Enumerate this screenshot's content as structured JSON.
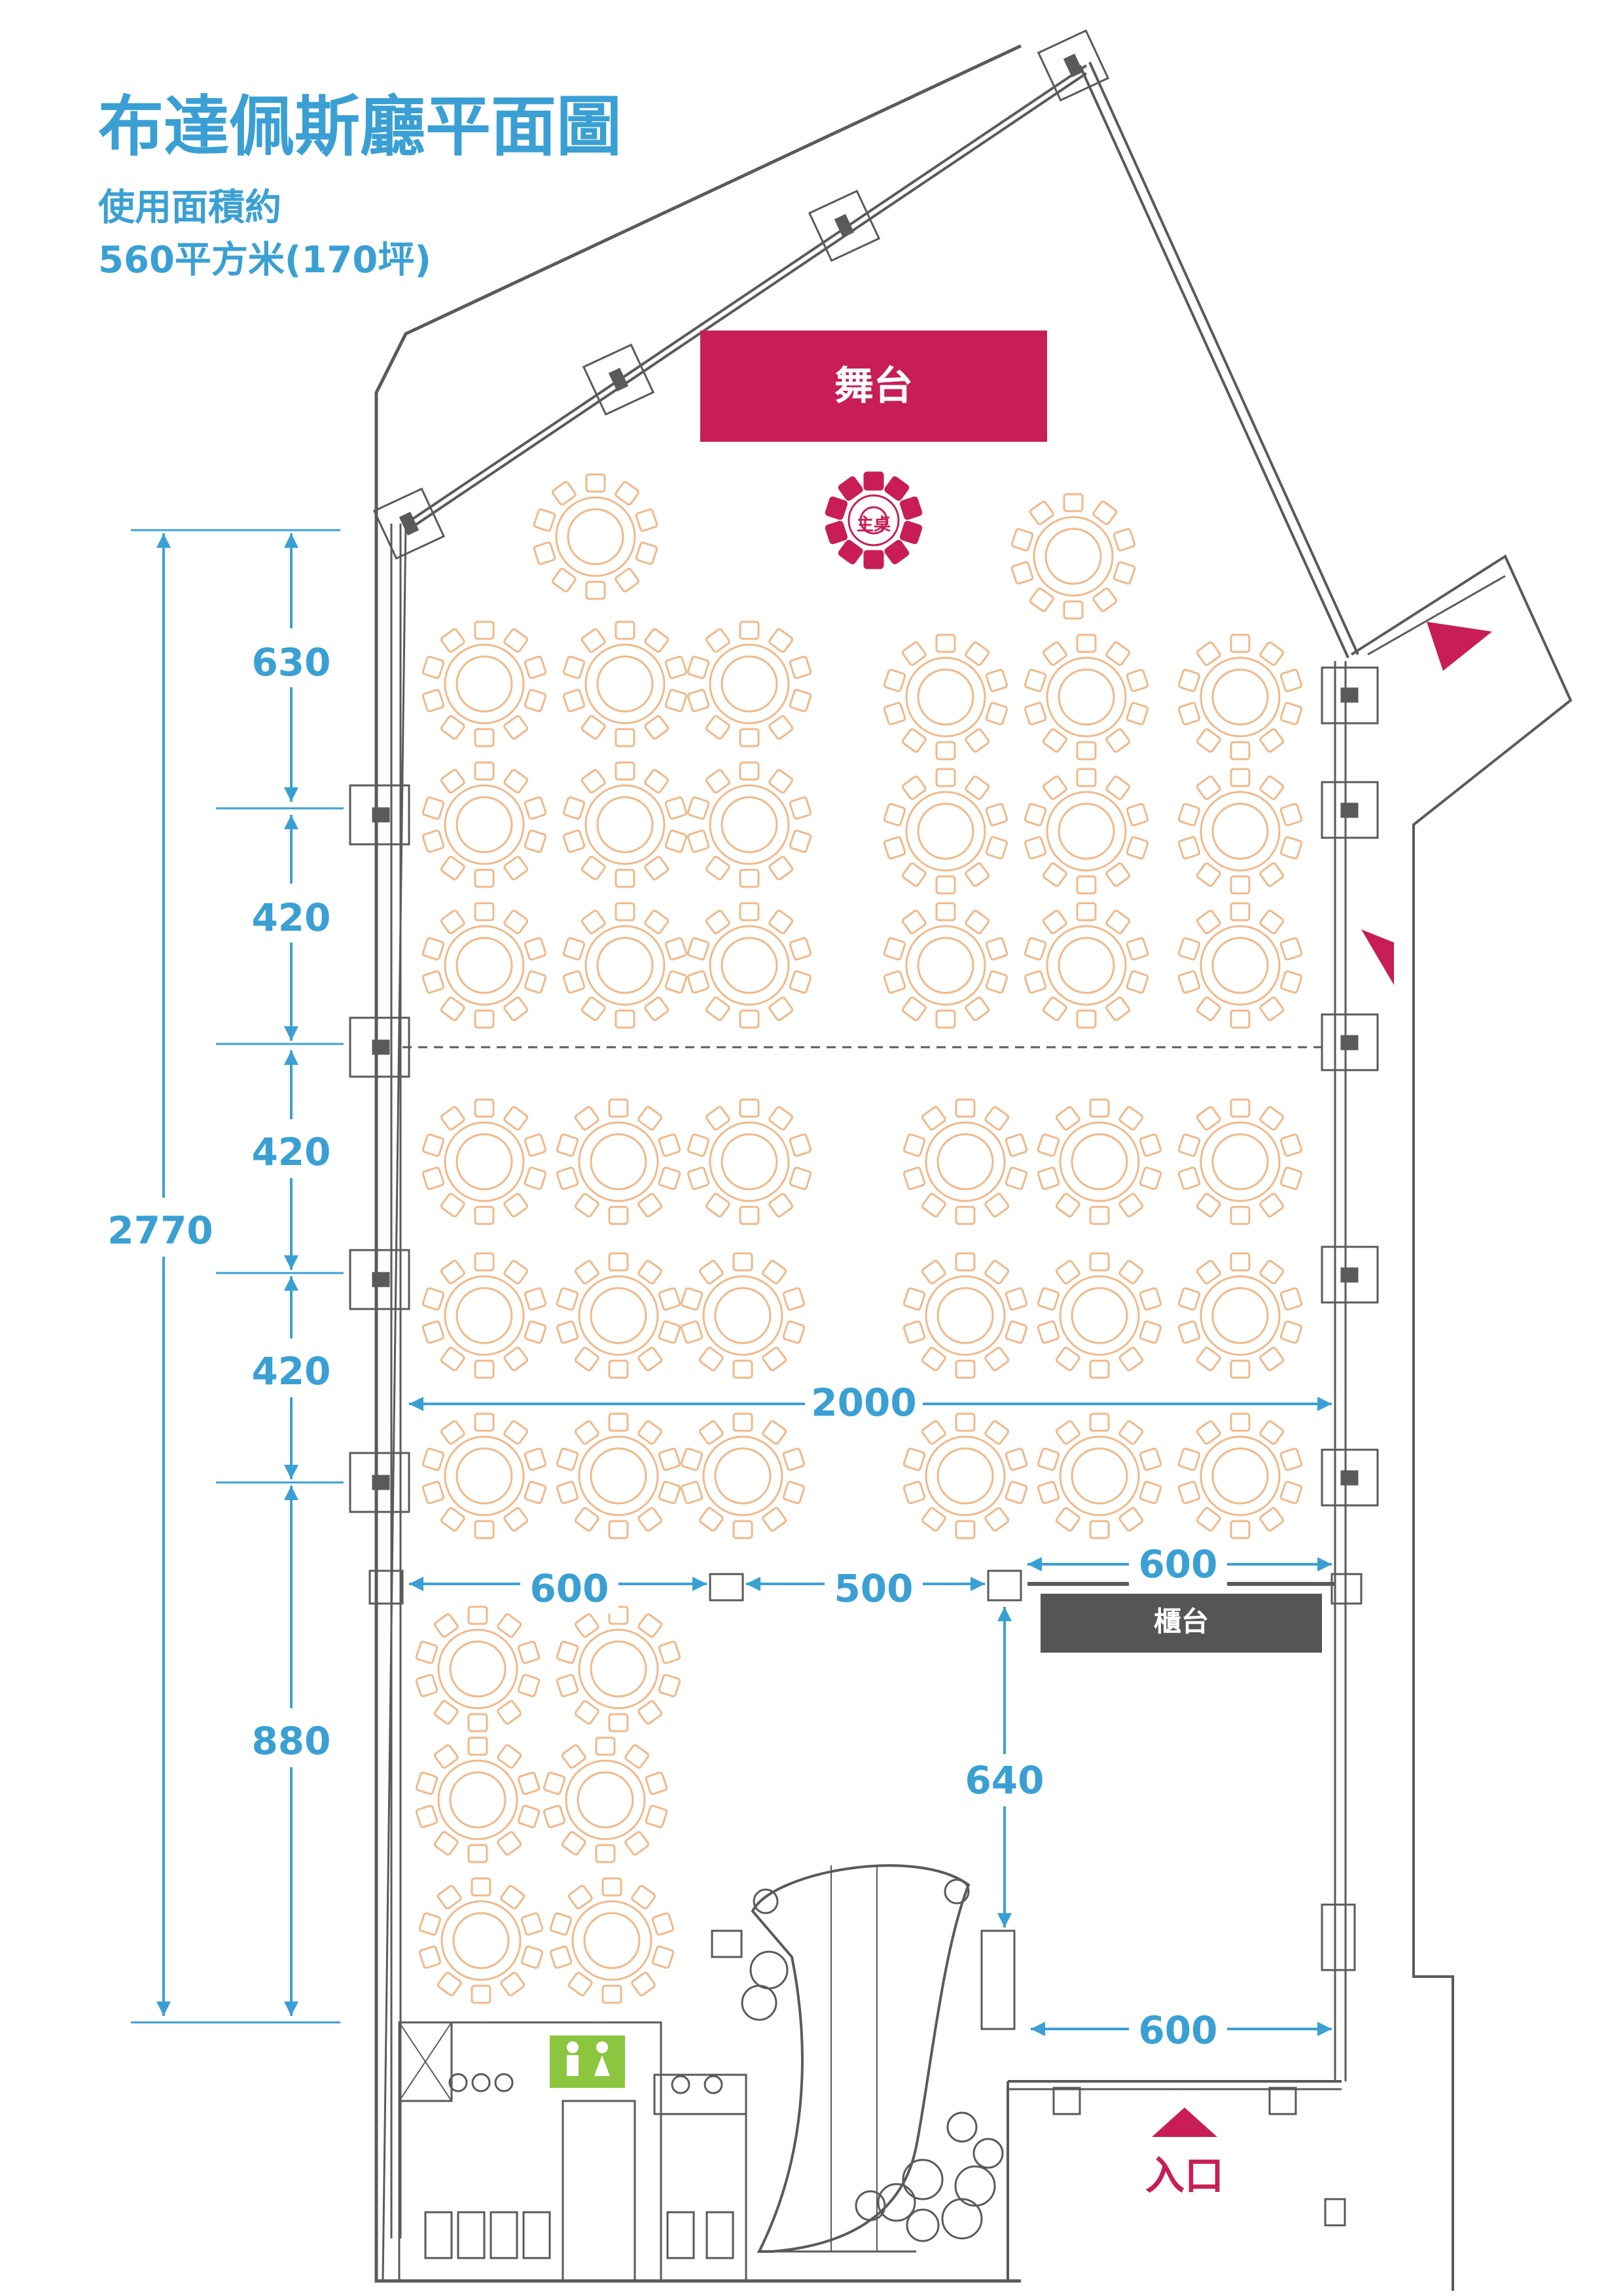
{
  "title": "布達佩斯廳平面圖",
  "area_line1": "使用面積約",
  "area_line2": "560平方米(170坪)",
  "stage_label": "舞台",
  "main_table_label": "主桌",
  "counter_label": "櫃台",
  "entrance_label": "入口",
  "dimensions": {
    "total_height": "2770",
    "seg1": "630",
    "seg2": "420",
    "seg3": "420",
    "seg4": "420",
    "seg5": "880",
    "width": "2000",
    "pillar_gap_left": "600",
    "pillar_gap_mid": "500",
    "pillar_gap_right": "600",
    "counter_depth": "640",
    "entrance_width": "600"
  },
  "colors": {
    "accent_blue": "#3aa0d4",
    "stage_red": "#c81e55",
    "table_orange": "#f0b98a",
    "wall_gray": "#595959",
    "counter_gray": "#555555",
    "restroom_green": "#8cc63f"
  }
}
